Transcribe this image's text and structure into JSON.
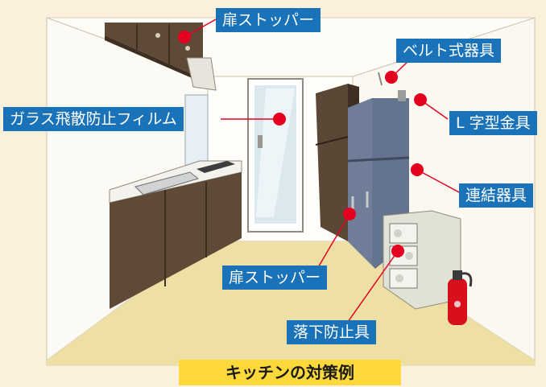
{
  "labels": {
    "door_stopper_top": "扉ストッパー",
    "belt_fixture": "ベルト式器具",
    "l_bracket": "L 字型金具",
    "glass_film": "ガラス飛散防止フィルム",
    "connector": "連結器具",
    "door_stopper_bottom": "扉ストッパー",
    "fall_prevention": "落下防止具"
  },
  "caption": "キッチンの対策例",
  "colors": {
    "frame": "#fbf0db",
    "floor": "#eedfa4",
    "wall": "#fdfcf7",
    "label_bg": "#1a72b8",
    "marker": "#e6001f",
    "caption_bg": "#fcd83a",
    "cabinet_dark": "#5f4a37",
    "fridge": "#64748f",
    "fire_extinguisher": "#d8101c"
  }
}
